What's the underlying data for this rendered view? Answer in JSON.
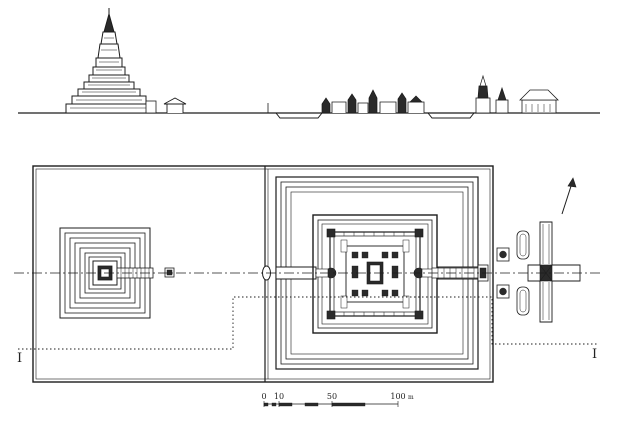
{
  "plan": {
    "section_left": "I",
    "section_right": "I"
  },
  "scale": {
    "ticks": [
      "0",
      "10",
      "50",
      "100"
    ],
    "unit": "m"
  }
}
